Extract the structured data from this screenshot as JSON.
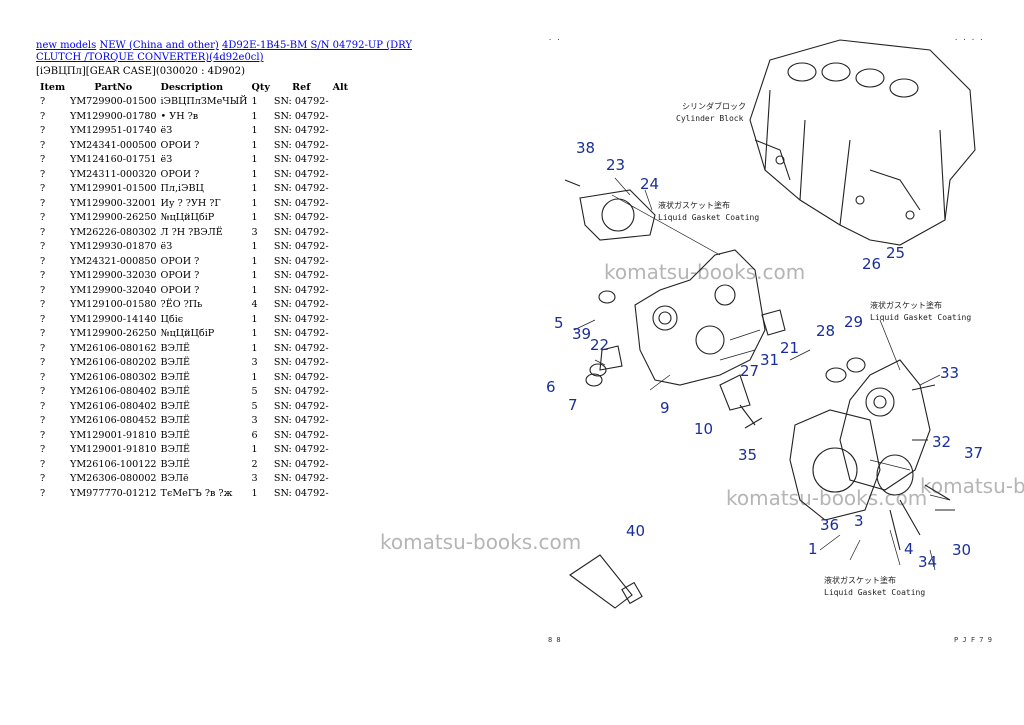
{
  "breadcrumb": {
    "link1": "new models",
    "link2": "NEW (China and other)",
    "link3": "4D92E-1B45-BM S/N 04792-UP (DRY CLUTCH /TORQUE CONVERTER)(4d92e0cl)",
    "section": "[іЭВЦПл][GEAR CASE](030020 : 4D902)"
  },
  "table": {
    "headers": [
      "Item",
      "PartNo",
      "Description",
      "Qty",
      "Ref",
      "Alt"
    ],
    "rows": [
      [
        "?",
        "YM729900-01500",
        "іЭВЦПлЗМеЧЫЙ",
        "1",
        "SN: 04792-",
        ""
      ],
      [
        "?",
        "YM129900-01780",
        "• УН ?в",
        "1",
        "SN: 04792-",
        ""
      ],
      [
        "?",
        "YM129951-01740",
        "ёЗ",
        "1",
        "SN: 04792-",
        ""
      ],
      [
        "?",
        "YM24341-000500",
        "ОРОИ ?",
        "1",
        "SN: 04792-",
        ""
      ],
      [
        "?",
        "YM124160-01751",
        "ёЗ",
        "1",
        "SN: 04792-",
        ""
      ],
      [
        "?",
        "YM24311-000320",
        "ОРОИ ?",
        "1",
        "SN: 04792-",
        ""
      ],
      [
        "?",
        "YM129901-01500",
        "Пл,іЭВЦ",
        "1",
        "SN: 04792-",
        ""
      ],
      [
        "?",
        "YM129900-32001",
        "Иу ? ?УН ?Г",
        "1",
        "SN: 04792-",
        ""
      ],
      [
        "?",
        "YM129900-26250",
        "№цЦйЦбіР",
        "1",
        "SN: 04792-",
        ""
      ],
      [
        "?",
        "YM26226-080302",
        "Л ?Н ?ВЭЛЁ",
        "3",
        "SN: 04792-",
        ""
      ],
      [
        "?",
        "YM129930-01870",
        "ёЗ",
        "1",
        "SN: 04792-",
        ""
      ],
      [
        "?",
        "YM24321-000850",
        "ОРОИ ?",
        "1",
        "SN: 04792-",
        ""
      ],
      [
        "?",
        "YM129900-32030",
        "ОРОИ ?",
        "1",
        "SN: 04792-",
        ""
      ],
      [
        "?",
        "YM129900-32040",
        "ОРОИ ?",
        "1",
        "SN: 04792-",
        ""
      ],
      [
        "?",
        "YM129100-01580",
        "?ЁО ?Пь",
        "4",
        "SN: 04792-",
        ""
      ],
      [
        "?",
        "YM129900-14140",
        "Цбіє",
        "1",
        "SN: 04792-",
        ""
      ],
      [
        "?",
        "YM129900-26250",
        "№цЦйЦбіР",
        "1",
        "SN: 04792-",
        ""
      ],
      [
        "?",
        "YM26106-080162",
        "ВЭЛЁ",
        "1",
        "SN: 04792-",
        ""
      ],
      [
        "?",
        "YM26106-080202",
        "ВЭЛЁ",
        "3",
        "SN: 04792-",
        ""
      ],
      [
        "?",
        "YM26106-080302",
        "ВЭЛЁ",
        "1",
        "SN: 04792-",
        ""
      ],
      [
        "?",
        "YM26106-080402",
        "ВЭЛЁ",
        "5",
        "SN: 04792-",
        ""
      ],
      [
        "?",
        "YM26106-080402",
        "ВЭЛЁ",
        "5",
        "SN: 04792-",
        ""
      ],
      [
        "?",
        "YM26106-080452",
        "ВЭЛЁ",
        "3",
        "SN: 04792-",
        ""
      ],
      [
        "?",
        "YM129001-91810",
        "ВЭЛЁ",
        "6",
        "SN: 04792-",
        ""
      ],
      [
        "?",
        "YM129001-91810",
        "ВЭЛЁ",
        "1",
        "SN: 04792-",
        ""
      ],
      [
        "?",
        "YM26106-100122",
        "ВЭЛЁ",
        "2",
        "SN: 04792-",
        ""
      ],
      [
        "?",
        "YM26306-080002",
        "ВЭЛё",
        "3",
        "SN: 04792-",
        ""
      ],
      [
        "?",
        "YM977770-01212",
        "ТєМеГЪ ?в ?ж",
        "1",
        "SN: 04792-",
        ""
      ]
    ]
  },
  "diagram": {
    "labels": {
      "cylinder_block_jp": "シリンダブロック",
      "cylinder_block": "Cylinder Block",
      "gasket_jp": "液状ガスケット塗布",
      "gasket": "Liquid Gasket Coating"
    },
    "callouts": [
      "38",
      "23",
      "24",
      "26",
      "25",
      "5",
      "39",
      "22",
      "28",
      "29",
      "33",
      "21",
      "31",
      "27",
      "6",
      "7",
      "9",
      "10",
      "35",
      "32",
      "37",
      "36",
      "3",
      "1",
      "4",
      "34",
      "30",
      "40"
    ],
    "page_left": "8 8",
    "page_right": "P J F 7 9",
    "corner_left": "· ·",
    "corner_right": "· · · ·"
  },
  "watermark": "komatsu-books.com",
  "colors": {
    "link": "#0000ee",
    "callout": "#1a2e9a"
  }
}
